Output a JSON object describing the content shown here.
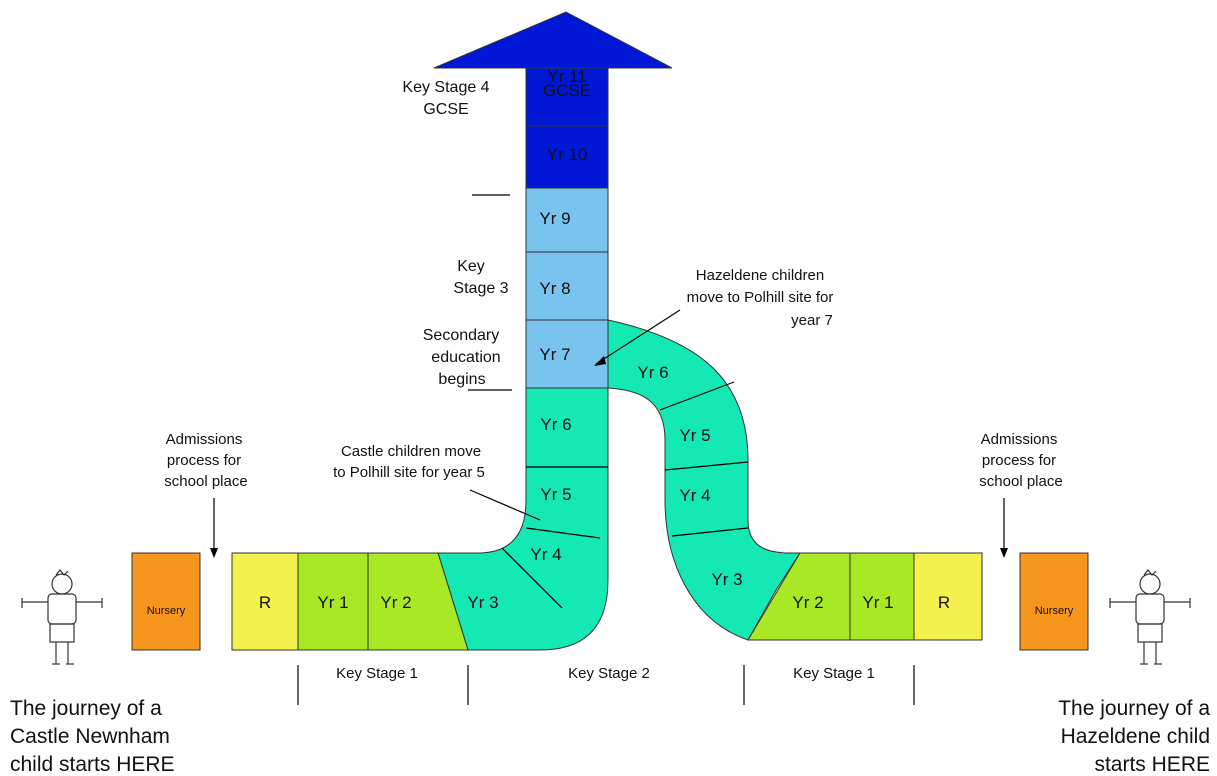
{
  "colors": {
    "ks4": "#0018d6",
    "ks3": "#79c3ef",
    "ks2": "#14e8b4",
    "ks1": "#a8e824",
    "reception": "#f3f24c",
    "nursery": "#f7961f"
  },
  "arrow": {
    "yr11": "Yr 11",
    "gcse": "GCSE",
    "yr10": "Yr 10",
    "yr9": "Yr 9",
    "yr8": "Yr 8",
    "yr7": "Yr 7",
    "yr6": "Yr 6",
    "yr5": "Yr 5",
    "yr4": "Yr 4",
    "yr3": "Yr 3"
  },
  "left_path": {
    "nursery": "Nursery",
    "r": "R",
    "yr1": "Yr 1",
    "yr2": "Yr 2"
  },
  "right_path": {
    "yr6": "Yr 6",
    "yr5": "Yr 5",
    "yr4": "Yr 4",
    "yr3": "Yr 3",
    "yr2": "Yr 2",
    "yr1": "Yr 1",
    "r": "R",
    "nursery": "Nursery"
  },
  "labels": {
    "ks4_line1": "Key Stage 4",
    "ks4_line2": "GCSE",
    "ks3_line1": "Key",
    "ks3_line2": "Stage 3",
    "secondary_line1": "Secondary",
    "secondary_line2": "education",
    "secondary_line3": "begins",
    "castle_line1": "Castle children move",
    "castle_line2": "to Polhill site for year 5",
    "hazel_line1": "Hazeldene children",
    "hazel_line2": "move to Polhill site for",
    "hazel_line3": "year 7",
    "adm_left_1": "Admissions",
    "adm_left_2": "process for",
    "adm_left_3": "school place",
    "adm_right_1": "Admissions",
    "adm_right_2": "process for",
    "adm_right_3": "school place",
    "ks1_left": "Key Stage 1",
    "ks2": "Key Stage 2",
    "ks1_right": "Key Stage 1",
    "journey_left_1": "The journey of a",
    "journey_left_2": "Castle Newnham",
    "journey_left_3": "child starts HERE",
    "journey_right_1": "The journey of a",
    "journey_right_2": "Hazeldene child",
    "journey_right_3": "starts HERE"
  }
}
